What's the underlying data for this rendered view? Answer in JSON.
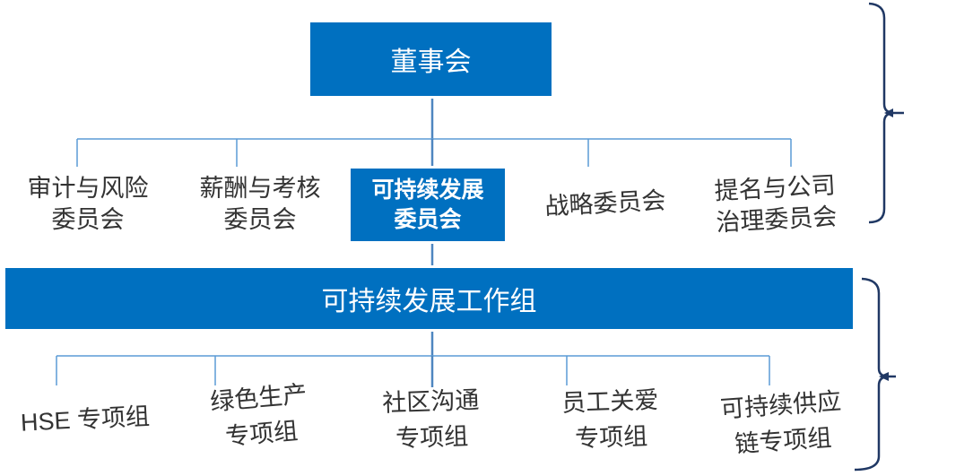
{
  "palette": {
    "box_blue": "#0070C0",
    "connector_blue": "#5B9BD5",
    "connector_blue_dark": "#4E86C0",
    "bracket_navy": "#203864",
    "text_gray": "#333333"
  },
  "board": {
    "label": "董事会"
  },
  "committees": [
    {
      "line1": "审计与风险",
      "line2": "委员会"
    },
    {
      "line1": "薪酬与考核",
      "line2": "委员会"
    },
    {
      "line1": "可持续发展",
      "line2": "委员会",
      "highlighted": true
    },
    {
      "line1": "战略委员会"
    },
    {
      "line1": "提名与公司",
      "line2": "治理委员会"
    }
  ],
  "workgroup_bar": {
    "label": "可持续发展工作组"
  },
  "workgroups": [
    {
      "line1": "HSE 专项组"
    },
    {
      "line1": "绿色生产",
      "line2": "专项组"
    },
    {
      "line1": "社区沟通",
      "line2": "专项组"
    },
    {
      "line1": "员工关爱",
      "line2": "专项组"
    },
    {
      "line1": "可持续供应",
      "line2": "链专项组"
    }
  ]
}
